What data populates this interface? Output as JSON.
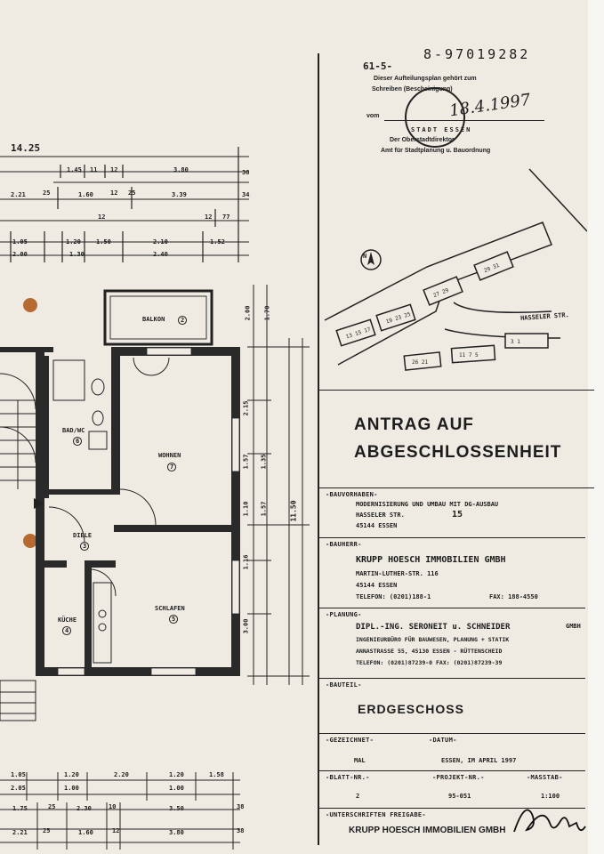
{
  "stamp": {
    "number_prefix": "61-5-",
    "number": "8-97019282",
    "line1": "Dieser Aufteilungsplan gehört zum",
    "line2": "Schreiben (Bescheinigung)",
    "date_prefix": "vom",
    "date": "18.4.1997",
    "authority1": "STADT ESSEN",
    "authority2": "Der Oberstadtdirektor",
    "authority3": "Amt für Stadtplanung u. Bauordnung"
  },
  "plan": {
    "dim_top": "14.25",
    "rooms": {
      "balkon": "BALKON",
      "balkon_no": "2",
      "wohnen": "WOHNEN",
      "wohnen_no": "7",
      "schlafen": "SCHLAFEN",
      "schlafen_no": "5",
      "diele": "DIELE",
      "diele_no": "3",
      "kueche": "KÜCHE",
      "kueche_no": "4",
      "bad": "BAD/WC",
      "bad_no": "6"
    },
    "dims_top_row1": [
      "1.45",
      "11",
      "12",
      "3.80",
      "38"
    ],
    "dims_top_row2": [
      "2.21",
      "25",
      "1.60",
      "12",
      "25",
      "3.39",
      "34"
    ],
    "dims_top_row3": [
      "12",
      "12",
      "77"
    ],
    "dims_top_row4": [
      "1.05",
      "1.20",
      "1.50",
      "2.10",
      "1.52"
    ],
    "dims_top_row5": [
      "2.00",
      "1.30",
      "2.40"
    ],
    "dims_bottom_row1": [
      "1.05",
      "1.20",
      "2.20",
      "1.20",
      "1.58"
    ],
    "dims_bottom_row2": [
      "2.05",
      "1.00",
      "1.00"
    ],
    "dims_bottom_row3": [
      "1.75",
      "25",
      "2.30",
      "10",
      "3.50",
      "38"
    ],
    "dims_bottom_row4": [
      "2.21",
      "25",
      "1.60",
      "12",
      "3.80",
      "38"
    ],
    "dims_right": [
      "2.00",
      "1.70",
      "2.15",
      "1.57",
      "1.35",
      "1.10",
      "1.57",
      "1.16",
      "3.00"
    ],
    "dim_right_total": "11.50"
  },
  "site_plan": {
    "north_label": "N",
    "street": "HASSELER STR."
  },
  "title": {
    "line1": "ANTRAG AUF",
    "line2": "ABGESCHLOSSENHEIT"
  },
  "bauvorhaben": {
    "label": "-BAUVORHABEN-",
    "line1": "MODERNISIERUNG UND UMBAU MIT DG-AUSBAU",
    "line2": "HASSELER STR.",
    "house_no": "15",
    "line3": "45144 ESSEN"
  },
  "bauherr": {
    "label": "-BAUHERR-",
    "name": "KRUPP HOESCH IMMOBILIEN GMBH",
    "street": "MARTIN-LUTHER-STR. 116",
    "city": "45144 ESSEN",
    "phone": "TELEFON: (0201)188-1",
    "fax": "FAX: 188-4550"
  },
  "planung": {
    "label": "-PLANUNG-",
    "name": "DIPL.-ING. SERONEIT u. SCHNEIDER",
    "gmbh": "GMBH",
    "line2": "INGENIEURBÜRO FÜR BAUWESEN, PLANUNG + STATIK",
    "line3": "ANNASTRASSE 55,   45130 ESSEN - RÜTTENSCHEID",
    "line4": "TELEFON: (0201)87239-0   FAX: (0201)87239-39"
  },
  "bauteil": {
    "label": "-BAUTEIL-",
    "value": "ERDGESCHOSS"
  },
  "meta": {
    "gezeichnet_label": "-GEZEICHNET-",
    "gezeichnet_value": "MAL",
    "datum_label": "-DATUM-",
    "datum_value": "ESSEN, IM APRIL 1997",
    "blatt_label": "-BLATT-NR.-",
    "blatt_value": "2",
    "projekt_label": "-PROJEKT-NR.-",
    "projekt_value": "95-051",
    "massstab_label": "-MASSTAB-",
    "massstab_value": "1:100"
  },
  "signatures": {
    "label": "-UNTERSCHRIFTEN FREIGABE-",
    "company": "KRUPP HOESCH IMMOBILIEN GMBH"
  }
}
